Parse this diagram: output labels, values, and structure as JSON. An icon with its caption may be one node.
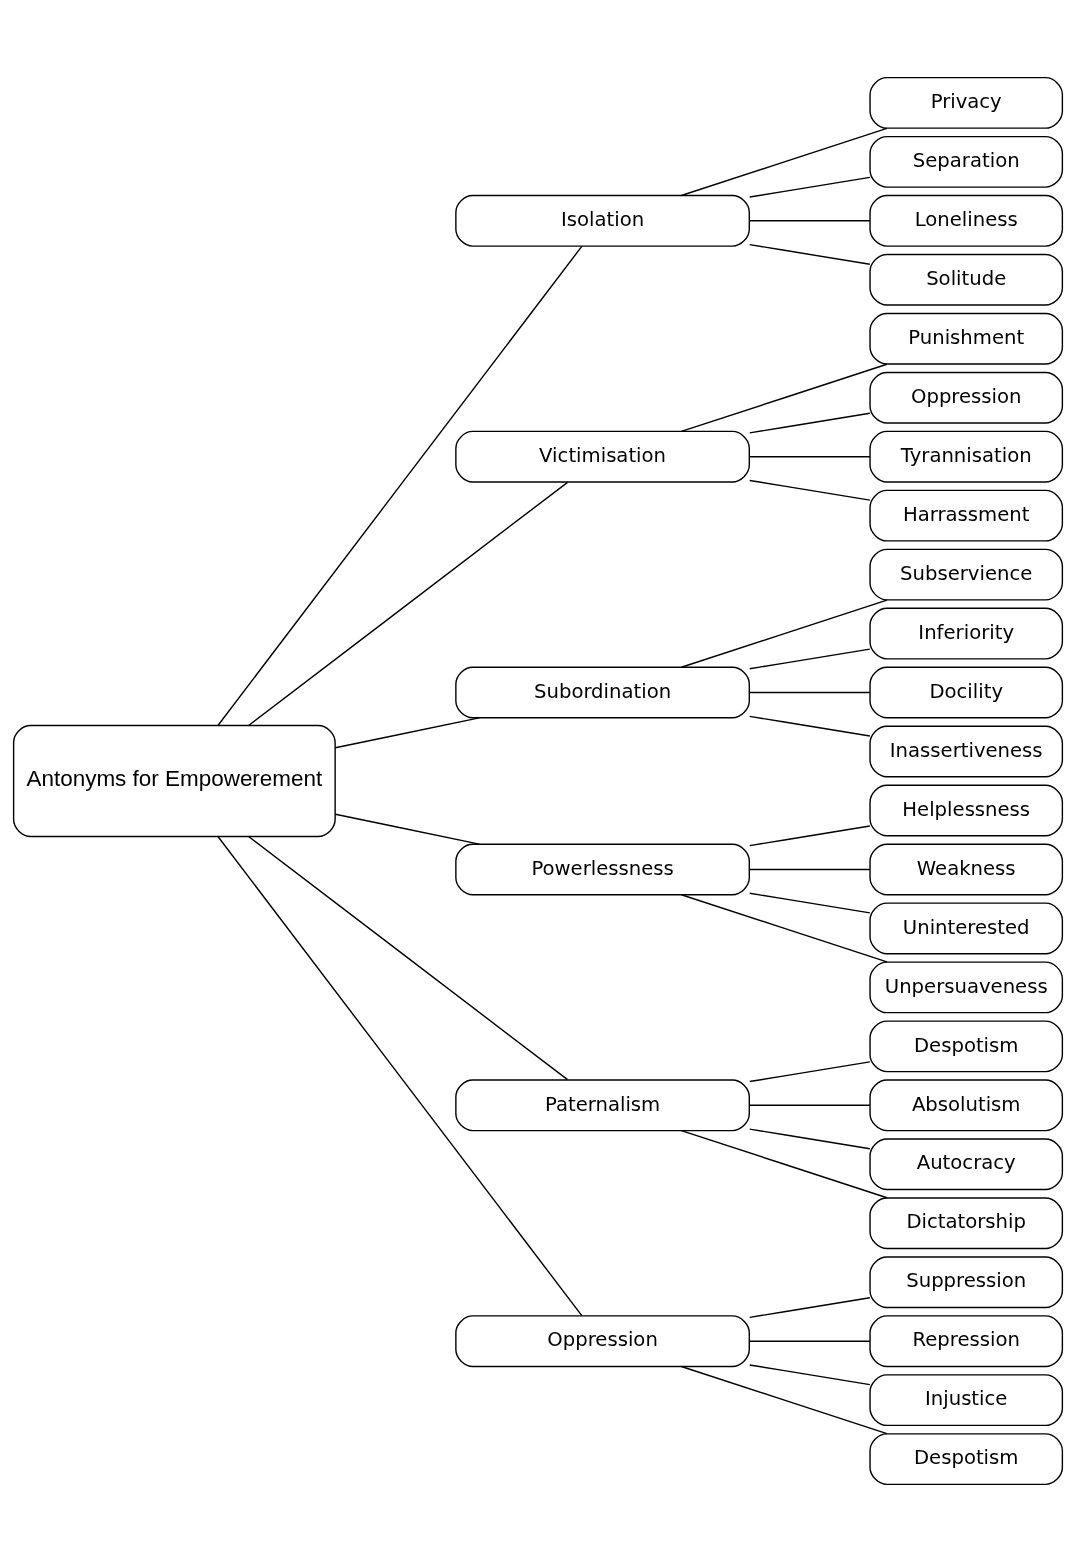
{
  "diagram": {
    "nodes": [
      {
        "text": [
          "Antonyms for Empowerement"
        ]
      },
      {
        "text": [
          "Isolation"
        ]
      },
      {
        "text": [
          "Privacy"
        ]
      },
      {
        "text": [
          "Separation"
        ]
      },
      {
        "text": [
          "Loneliness"
        ]
      },
      {
        "text": [
          "Solitude"
        ]
      },
      {
        "text": [
          "Victimisation"
        ]
      },
      {
        "text": [
          "Punishment"
        ]
      },
      {
        "text": [
          "Oppression"
        ]
      },
      {
        "text": [
          "Tyrannisation"
        ]
      },
      {
        "text": [
          "Harrassment"
        ]
      },
      {
        "text": [
          "Subordination"
        ]
      },
      {
        "text": [
          "Subservience"
        ]
      },
      {
        "text": [
          "Inferiority"
        ]
      },
      {
        "text": [
          "Docility"
        ]
      },
      {
        "text": [
          "Inassertiveness"
        ]
      },
      {
        "text": [
          "Powerlessness"
        ]
      },
      {
        "text": [
          "Helplessness"
        ]
      },
      {
        "text": [
          "Weakness"
        ]
      },
      {
        "text": [
          "Uninterested"
        ]
      },
      {
        "text": [
          "Unpersuaveness"
        ]
      },
      {
        "text": [
          "Paternalism"
        ]
      },
      {
        "text": [
          "Despotism"
        ]
      },
      {
        "text": [
          "Absolutism"
        ]
      },
      {
        "text": [
          "Autocracy"
        ]
      },
      {
        "text": [
          "Dictatorship"
        ]
      },
      {
        "text": [
          "Oppression"
        ]
      },
      {
        "text": [
          "Suppression"
        ]
      },
      {
        "text": [
          "Repression"
        ]
      },
      {
        "text": [
          "Injustice"
        ]
      },
      {
        "text": [
          "Despotism"
        ]
      }
    ],
    "edges": [
      {
        "from": 0,
        "to": 1,
        "arrow": "none"
      },
      {
        "from": 1,
        "to": 2,
        "arrow": "none"
      },
      {
        "from": 1,
        "to": 3,
        "arrow": "none"
      },
      {
        "from": 1,
        "to": 4,
        "arrow": "none"
      },
      {
        "from": 1,
        "to": 5,
        "arrow": "none"
      },
      {
        "from": 0,
        "to": 6,
        "arrow": "none"
      },
      {
        "from": 6,
        "to": 7,
        "arrow": "none"
      },
      {
        "from": 6,
        "to": 8,
        "arrow": "none"
      },
      {
        "from": 6,
        "to": 9,
        "arrow": "none"
      },
      {
        "from": 6,
        "to": 10,
        "arrow": "none"
      },
      {
        "from": 0,
        "to": 11,
        "arrow": "none"
      },
      {
        "from": 11,
        "to": 12,
        "arrow": "none"
      },
      {
        "from": 11,
        "to": 13,
        "arrow": "none"
      },
      {
        "from": 11,
        "to": 14,
        "arrow": "none"
      },
      {
        "from": 11,
        "to": 15,
        "arrow": "none"
      },
      {
        "from": 0,
        "to": 16,
        "arrow": "none"
      },
      {
        "from": 16,
        "to": 17,
        "arrow": "none"
      },
      {
        "from": 16,
        "to": 18,
        "arrow": "none"
      },
      {
        "from": 16,
        "to": 19,
        "arrow": "none"
      },
      {
        "from": 16,
        "to": 20,
        "arrow": "none"
      },
      {
        "from": 0,
        "to": 21,
        "arrow": "none"
      },
      {
        "from": 21,
        "to": 22,
        "arrow": "none"
      },
      {
        "from": 21,
        "to": 23,
        "arrow": "none"
      },
      {
        "from": 21,
        "to": 24,
        "arrow": "none"
      },
      {
        "from": 21,
        "to": 25,
        "arrow": "none"
      },
      {
        "from": 0,
        "to": 26,
        "arrow": "none"
      },
      {
        "from": 26,
        "to": 27,
        "arrow": "none"
      },
      {
        "from": 26,
        "to": 28,
        "arrow": "none"
      },
      {
        "from": 26,
        "to": 29,
        "arrow": "none"
      },
      {
        "from": 26,
        "to": 30,
        "arrow": "none"
      }
    ]
  }
}
